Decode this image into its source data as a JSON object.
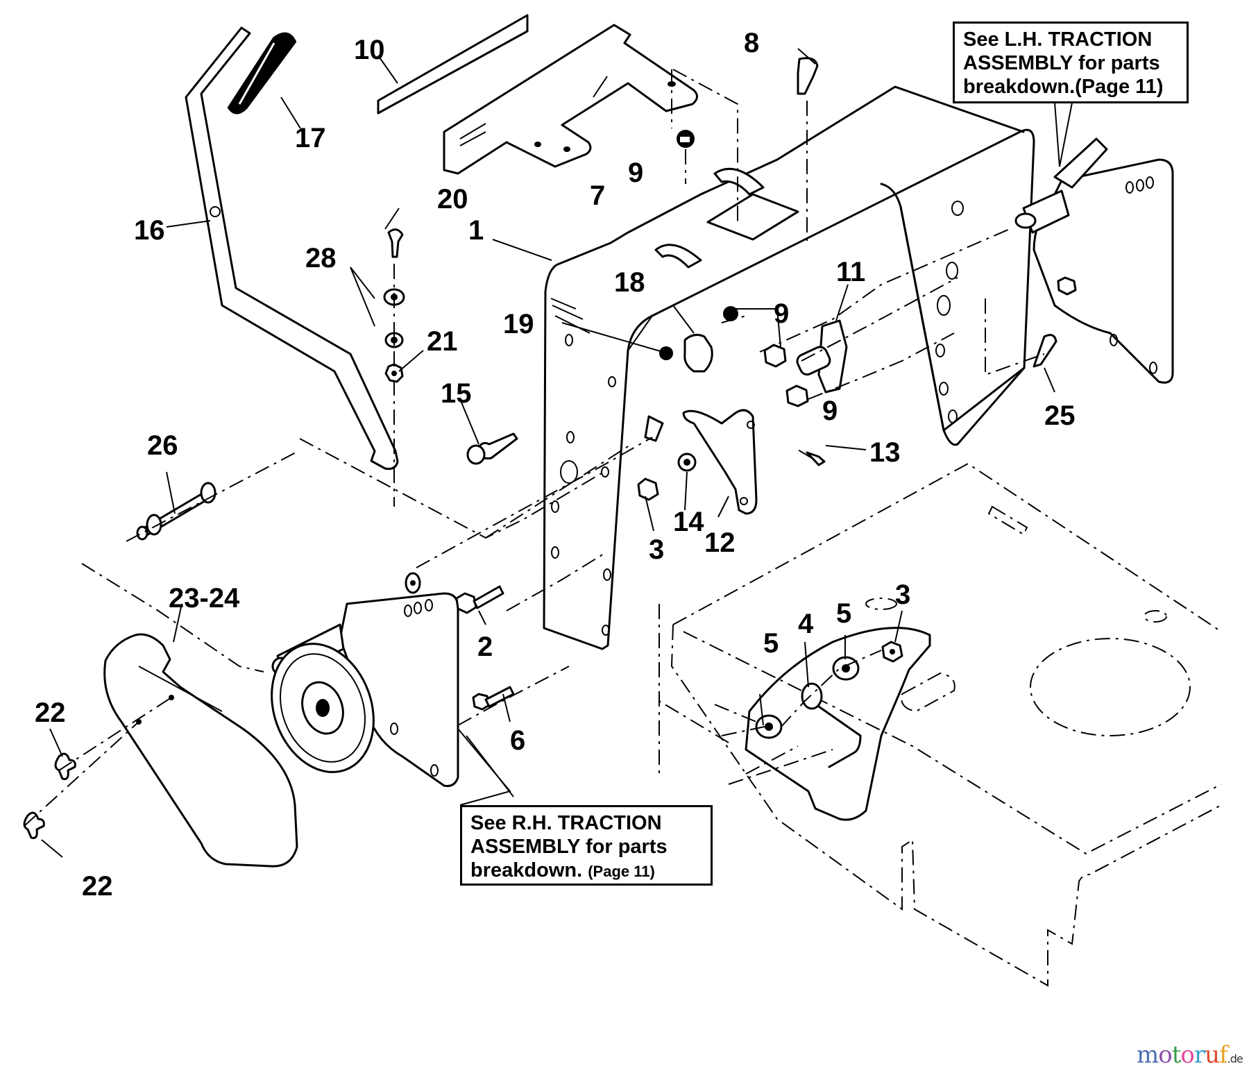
{
  "diagram": {
    "title": "Traction frame exploded parts diagram",
    "part_labels": [
      {
        "id": "1",
        "text": "1"
      },
      {
        "id": "2",
        "text": "2"
      },
      {
        "id": "3a",
        "text": "3"
      },
      {
        "id": "3b",
        "text": "3"
      },
      {
        "id": "4",
        "text": "4"
      },
      {
        "id": "5a",
        "text": "5"
      },
      {
        "id": "5b",
        "text": "5"
      },
      {
        "id": "6",
        "text": "6"
      },
      {
        "id": "7",
        "text": "7"
      },
      {
        "id": "8",
        "text": "8"
      },
      {
        "id": "9a",
        "text": "9"
      },
      {
        "id": "9b",
        "text": "9"
      },
      {
        "id": "9c",
        "text": "9"
      },
      {
        "id": "10",
        "text": "10"
      },
      {
        "id": "11",
        "text": "11"
      },
      {
        "id": "12",
        "text": "12"
      },
      {
        "id": "13",
        "text": "13"
      },
      {
        "id": "14",
        "text": "14"
      },
      {
        "id": "15",
        "text": "15"
      },
      {
        "id": "16",
        "text": "16"
      },
      {
        "id": "17",
        "text": "17"
      },
      {
        "id": "18",
        "text": "18"
      },
      {
        "id": "19",
        "text": "19"
      },
      {
        "id": "20",
        "text": "20"
      },
      {
        "id": "21",
        "text": "21"
      },
      {
        "id": "22a",
        "text": "22"
      },
      {
        "id": "22b",
        "text": "22"
      },
      {
        "id": "23-24",
        "text": "23-24"
      },
      {
        "id": "25",
        "text": "25"
      },
      {
        "id": "26",
        "text": "26"
      },
      {
        "id": "28",
        "text": "28"
      }
    ],
    "callouts": {
      "lh_traction": {
        "line1": "See L.H. TRACTION",
        "line2": "ASSEMBLY for parts",
        "line3": "breakdown.(Page 11)"
      },
      "rh_traction": {
        "line1": "See R.H. TRACTION",
        "line2": "ASSEMBLY for parts",
        "line3_main": "breakdown.",
        "line3_page": "(Page 11)"
      }
    }
  },
  "watermark": {
    "brand": "motoruf",
    "tld": ".de",
    "colors": [
      "#4a6fb5",
      "#8a4fa8",
      "#3a9a4a",
      "#e0489a",
      "#3aa0d0",
      "#e04a2a",
      "#e8a020"
    ]
  }
}
